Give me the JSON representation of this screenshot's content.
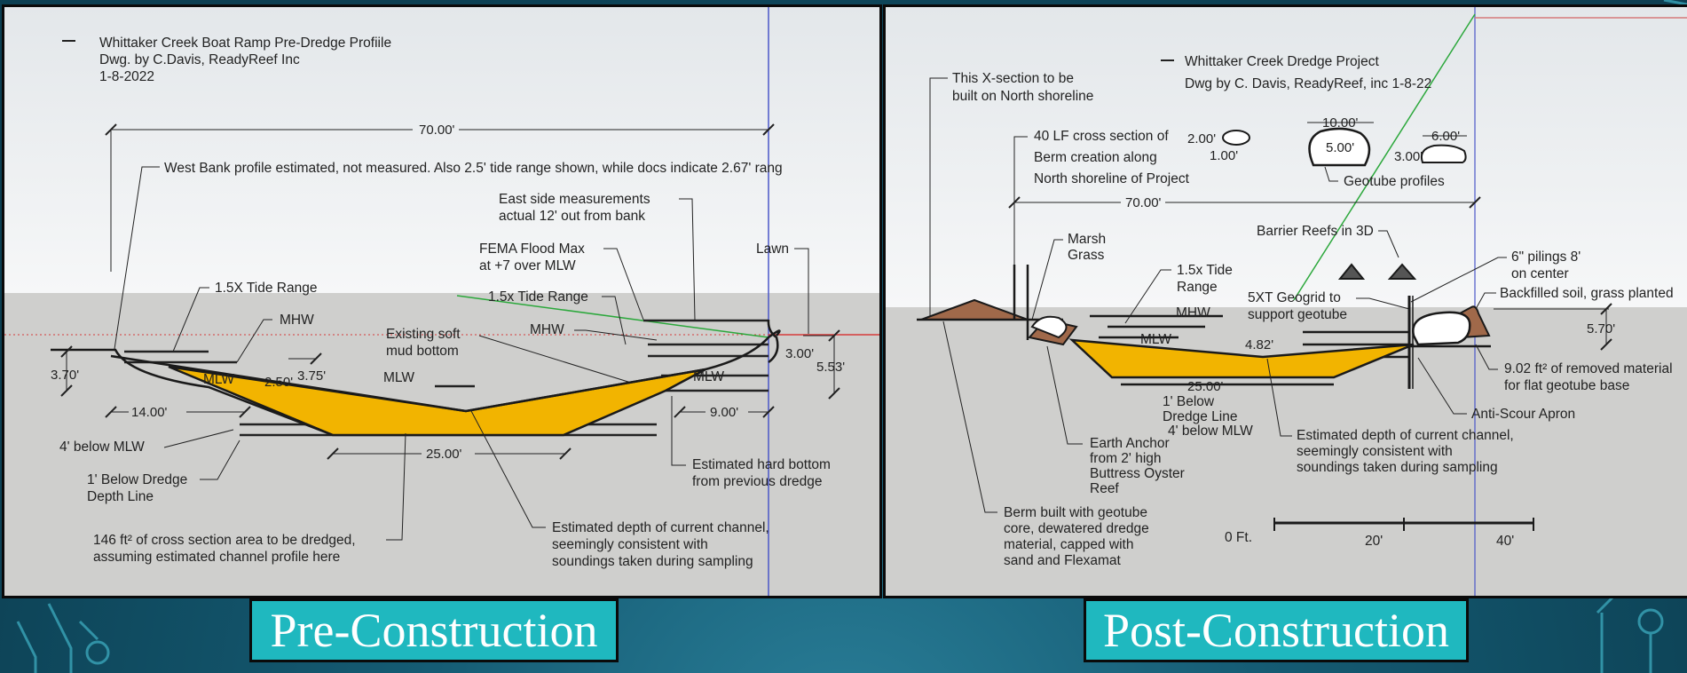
{
  "slide": {
    "left_label": "Pre-Construction",
    "right_label": "Post-Construction"
  },
  "pre": {
    "title_lines": [
      "Whittaker Creek Boat Ramp  Pre-Dredge Profiile",
      "Dwg. by C.Davis, ReadyReef Inc",
      "1-8-2022"
    ],
    "dim_70": "70.00'",
    "west_bank_note": "West Bank profile estimated, not measured. Also 2.5' tide range shown, while docs indicate 2.67' rang",
    "east_note_lines": [
      "East side measurements",
      "actual 12' out from bank"
    ],
    "fema_lines": [
      "FEMA Flood Max",
      "at +7 over MLW"
    ],
    "lawn": "Lawn",
    "tide_left": "1.5X Tide Range",
    "tide_right": "1.5x Tide Range",
    "mhw_left": "MHW",
    "mhw_right": "MHW",
    "existing_lines": [
      "Existing soft",
      "mud bottom"
    ],
    "mlw_left": "MLW",
    "mlw_mid": "MLW",
    "mlw_right": "MLW",
    "dim_3_70": "3.70'",
    "dim_2_50": "2.50'",
    "dim_3_75": "3.75'",
    "dim_3_00": "3.00'",
    "dim_5_53": "5.53'",
    "dim_14": "14.00'",
    "dim_9": "9.00'",
    "dim_25": "25.00'",
    "below_mlw": "4' below MLW",
    "below_dredge_lines": [
      "1' Below Dredge",
      "Depth Line"
    ],
    "hard_bottom_lines": [
      "Estimated hard bottom",
      "from previous dredge"
    ],
    "area_lines": [
      "146 ft² of cross section area to be dredged,",
      "assuming estimated channel profile here"
    ],
    "est_depth_lines": [
      "Estimated depth of current channel,",
      "seemingly consistent with",
      "soundings taken during sampling"
    ]
  },
  "post": {
    "title_lines": [
      "Whittaker Creek Dredge Project",
      "Dwg by C. Davis, ReadyReef, inc 1-8-22"
    ],
    "xsection_lines": [
      "This X-section to be",
      "built on North shoreline"
    ],
    "lf_lines": [
      "40 LF cross section of",
      "Berm creation along",
      "North shoreline of Project"
    ],
    "geo_2": "2.00'",
    "geo_1": "1.00'",
    "geo_10": "10.00'",
    "geo_5": "5.00'",
    "geo_3": "3.00'",
    "geo_6": "6.00'",
    "geotube_profiles": "Geotube profiles",
    "dim_70": "70.00'",
    "barrier": "Barrier Reefs in 3D",
    "marsh_lines": [
      "Marsh",
      "Grass"
    ],
    "tide_lines": [
      "1.5x Tide",
      "Range"
    ],
    "mhw": "MHW",
    "mlw": "MLW",
    "geogrid_lines": [
      "5XT Geogrid to",
      "support geotube"
    ],
    "pilings_lines": [
      "6\" pilings 8'",
      "on center"
    ],
    "backfill": "Backfilled soil, grass planted",
    "dim_5_70": "5.70'",
    "dim_4_82": "4.82'",
    "dim_25": "25.00'",
    "removed_lines": [
      "9.02 ft² of removed material",
      "for flat geotube base"
    ],
    "below_dredge_lines": [
      "1' Below",
      "Dredge Line"
    ],
    "below_mlw": "4' below MLW",
    "anti_scour": "Anti-Scour Apron",
    "anchor_lines": [
      "Earth Anchor",
      "from 2' high",
      "Buttress Oyster",
      "Reef"
    ],
    "est_depth_lines": [
      "Estimated depth of current channel,",
      "seemingly consistent with",
      "soundings taken during sampling"
    ],
    "berm_lines": [
      "Berm built with geotube",
      "core, dewatered dredge",
      "material, capped with",
      "sand and Flexamat"
    ],
    "scale_0": "0 Ft.",
    "scale_20": "20'",
    "scale_40": "40'"
  },
  "colors": {
    "fill_dredge": "#f2b400",
    "fill_berm": "#a0694a",
    "banner": "#1fb8bf"
  }
}
